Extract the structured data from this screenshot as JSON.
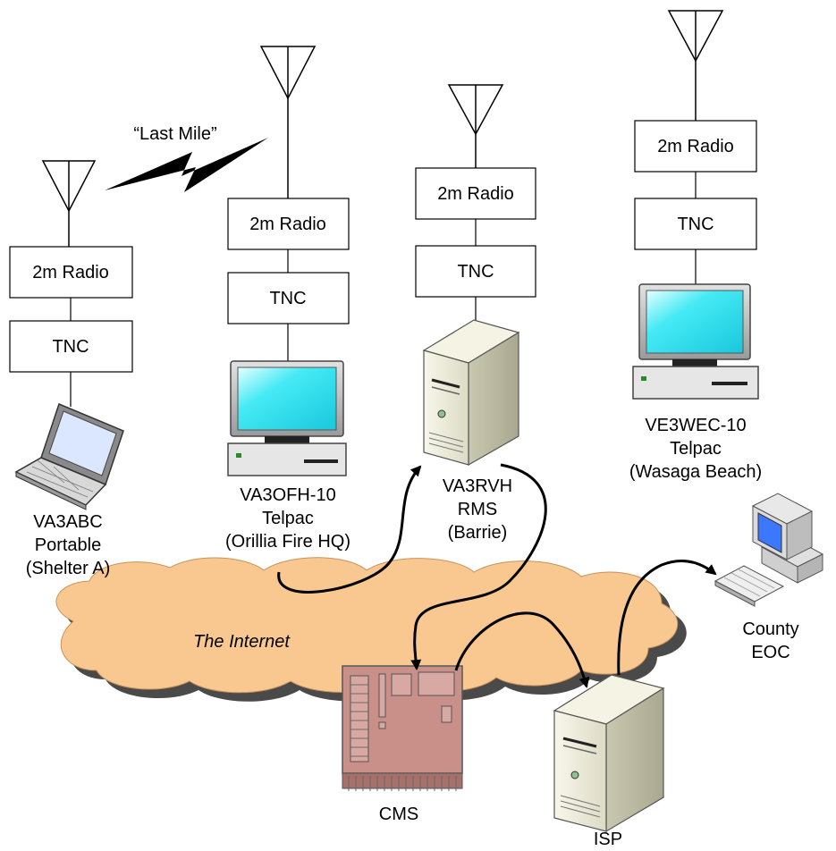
{
  "last_mile_label": "“Last Mile”",
  "internet_label": "The Internet",
  "stations": {
    "va3abc": {
      "radio_label": "2m Radio",
      "tnc_label": "TNC",
      "caption": [
        "VA3ABC",
        "Portable",
        "(Shelter A)"
      ]
    },
    "va3ofh": {
      "radio_label": "2m Radio",
      "tnc_label": "TNC",
      "caption": [
        "VA3OFH-10",
        "Telpac",
        "(Orillia Fire HQ)"
      ]
    },
    "va3rvh": {
      "radio_label": "2m Radio",
      "tnc_label": "TNC",
      "caption": [
        "VA3RVH",
        "RMS",
        "(Barrie)"
      ]
    },
    "ve3wec": {
      "radio_label": "2m Radio",
      "tnc_label": "TNC",
      "caption": [
        "VE3WEC-10",
        "Telpac",
        "(Wasaga Beach)"
      ]
    }
  },
  "cms_label": "CMS",
  "isp_label": "ISP",
  "county_eoc_label": [
    "County",
    "EOC"
  ],
  "colors": {
    "cloud": "#f9c890",
    "cloud_shadow": "#4a4a4a",
    "screen": "#2ee4f0",
    "cms_board": "#c9908a",
    "server": "#efeedd"
  }
}
